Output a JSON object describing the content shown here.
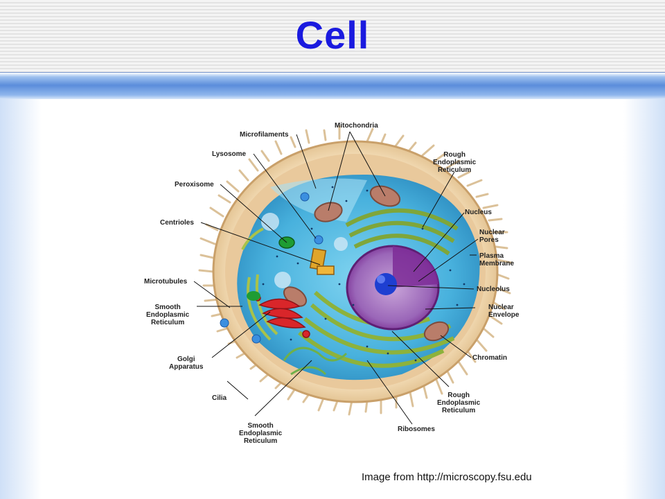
{
  "slide": {
    "title": "Cell",
    "credit": "Image from http://microscopy.fsu.edu"
  },
  "diagram": {
    "labels": {
      "microfilaments": "Microfilaments",
      "mitochondria": "Mitochondria",
      "lysosome": "Lysosome",
      "rough_er_top": "Rough\nEndoplasmic\nReticulum",
      "peroxisome": "Peroxisome",
      "nucleus": "Nucleus",
      "centrioles": "Centrioles",
      "nuclear_pores": "Nuclear\nPores",
      "plasma_membrane": "Plasma\nMembrane",
      "microtubules": "Microtubules",
      "nucleolus": "Nucleolus",
      "smooth_er_left": "Smooth\nEndoplasmic\nReticulum",
      "nuclear_envelope": "Nuclear\nEnvelope",
      "golgi_apparatus": "Golgi\nApparatus",
      "chromatin": "Chromatin",
      "cilia": "Cilia",
      "rough_er_bottom": "Rough\nEndoplasmic\nReticulum",
      "ribosomes": "Ribosomes",
      "smooth_er_bottom": "Smooth\nEndoplasmic\nReticulum"
    }
  }
}
